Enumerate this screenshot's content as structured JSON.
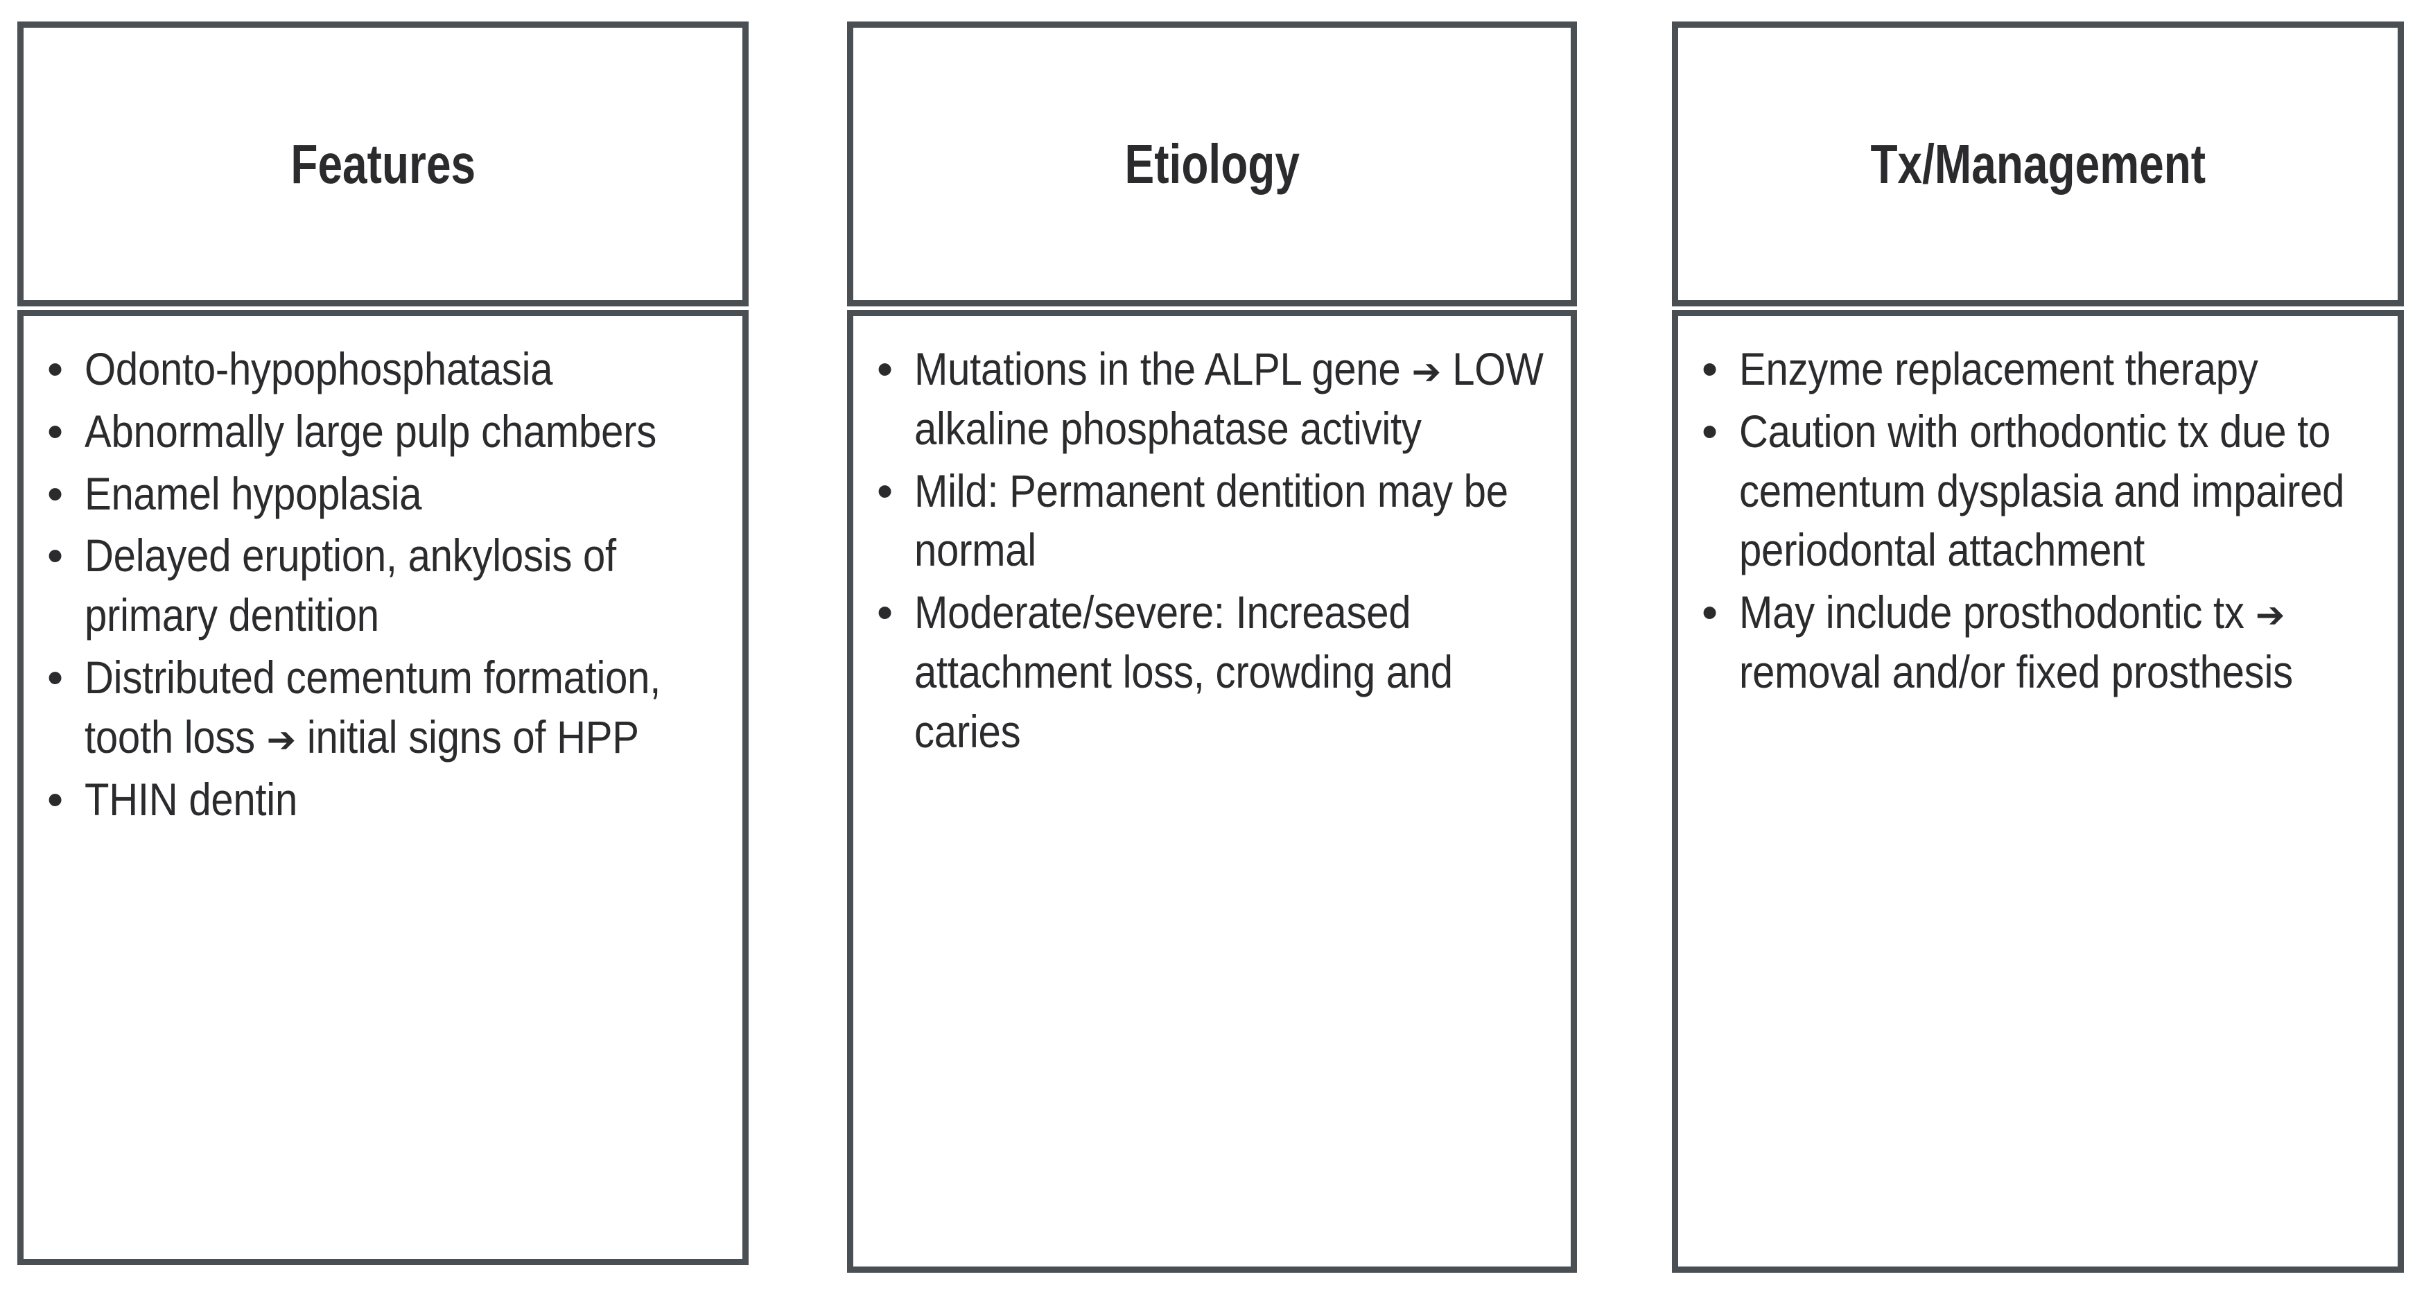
{
  "meta": {
    "layout": "three-column-comparison-table",
    "border_color": "#4a4f54",
    "text_color": "#2b2b2d",
    "background_color": "#ffffff",
    "arrow_glyph": "➔"
  },
  "columns": [
    {
      "id": "features",
      "header": "Features",
      "items": [
        {
          "bullet": "•",
          "text": "Odonto-hypophosphatasia"
        },
        {
          "bullet": "•",
          "text": "Abnormally large pulp chambers"
        },
        {
          "bullet": "•",
          "text": "Enamel hypoplasia"
        },
        {
          "bullet": "•",
          "text": "Delayed eruption, ankylosis of primary dentition"
        },
        {
          "bullet": "•",
          "text_before_arrow": "Distributed cementum formation, tooth loss ",
          "arrow": "➔",
          "text_after_arrow": " initial signs of HPP"
        },
        {
          "bullet": "•",
          "text": "THIN dentin"
        }
      ]
    },
    {
      "id": "etiology",
      "header": "Etiology",
      "items": [
        {
          "bullet": "•",
          "text_before_arrow": "Mutations in the ALPL gene ",
          "arrow": "➔",
          "text_after_arrow": " LOW alkaline phosphatase activity"
        },
        {
          "bullet": "•",
          "text": "Mild: Permanent dentition may be normal"
        },
        {
          "bullet": "•",
          "text": "Moderate/severe: Increased attachment loss, crowding and caries"
        }
      ]
    },
    {
      "id": "tx-management",
      "header": "Tx/Management",
      "items": [
        {
          "bullet": "•",
          "text": "Enzyme replacement therapy"
        },
        {
          "bullet": "•",
          "text": "Caution with orthodontic tx due to cementum dysplasia and impaired periodontal attachment"
        },
        {
          "bullet": "•",
          "text_before_arrow": "May include prosthodontic tx ",
          "arrow": "➔",
          "text_after_arrow": " removal and/or fixed prosthesis"
        }
      ]
    }
  ]
}
